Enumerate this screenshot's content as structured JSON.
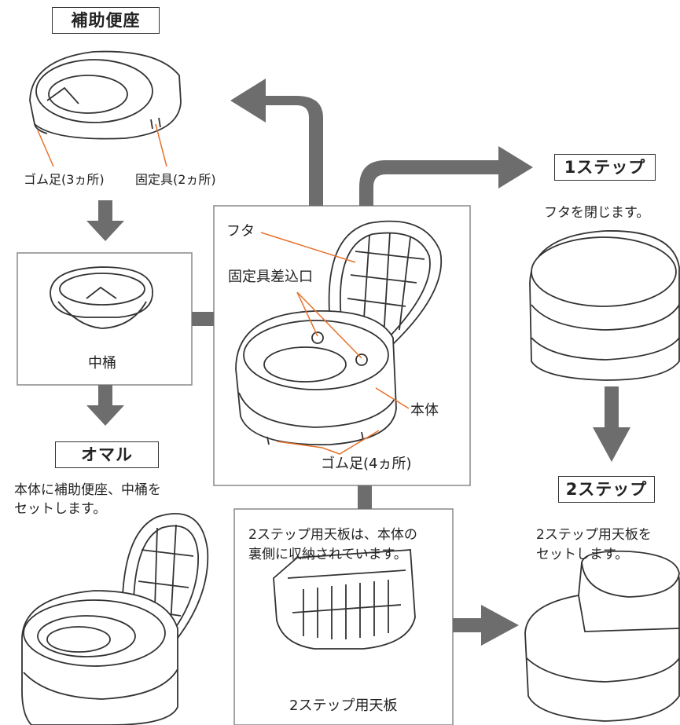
{
  "titles": {
    "hojo_benza": "補助便座",
    "omaru": "オマル",
    "step1": "1ステップ",
    "step2": "2ステップ"
  },
  "labels": {
    "gomuashi_3": "ゴム足(3ヵ所)",
    "koteigu_2": "固定具(2ヵ所)",
    "naka_oke": "中桶",
    "futa": "フタ",
    "koteigu_sashikomiguchi": "固定具差込口",
    "hontai": "本体",
    "gomuashi_4": "ゴム足(4ヵ所)",
    "tenban": "2ステップ用天板"
  },
  "texts": {
    "omaru_desc_1": "本体に補助便座、中桶を",
    "omaru_desc_2": "セットします。",
    "step1_desc": "フタを閉じます。",
    "storage_1": "2ステップ用天板は、本体の",
    "storage_2": "裏側に収納されています。",
    "step2_desc_1": "2ステップ用天板を",
    "step2_desc_2": "セットします。"
  },
  "colors": {
    "arrow": "#6d6d6d",
    "leader": "#e8722a",
    "frame": "#888888",
    "line_art": "#333333"
  }
}
